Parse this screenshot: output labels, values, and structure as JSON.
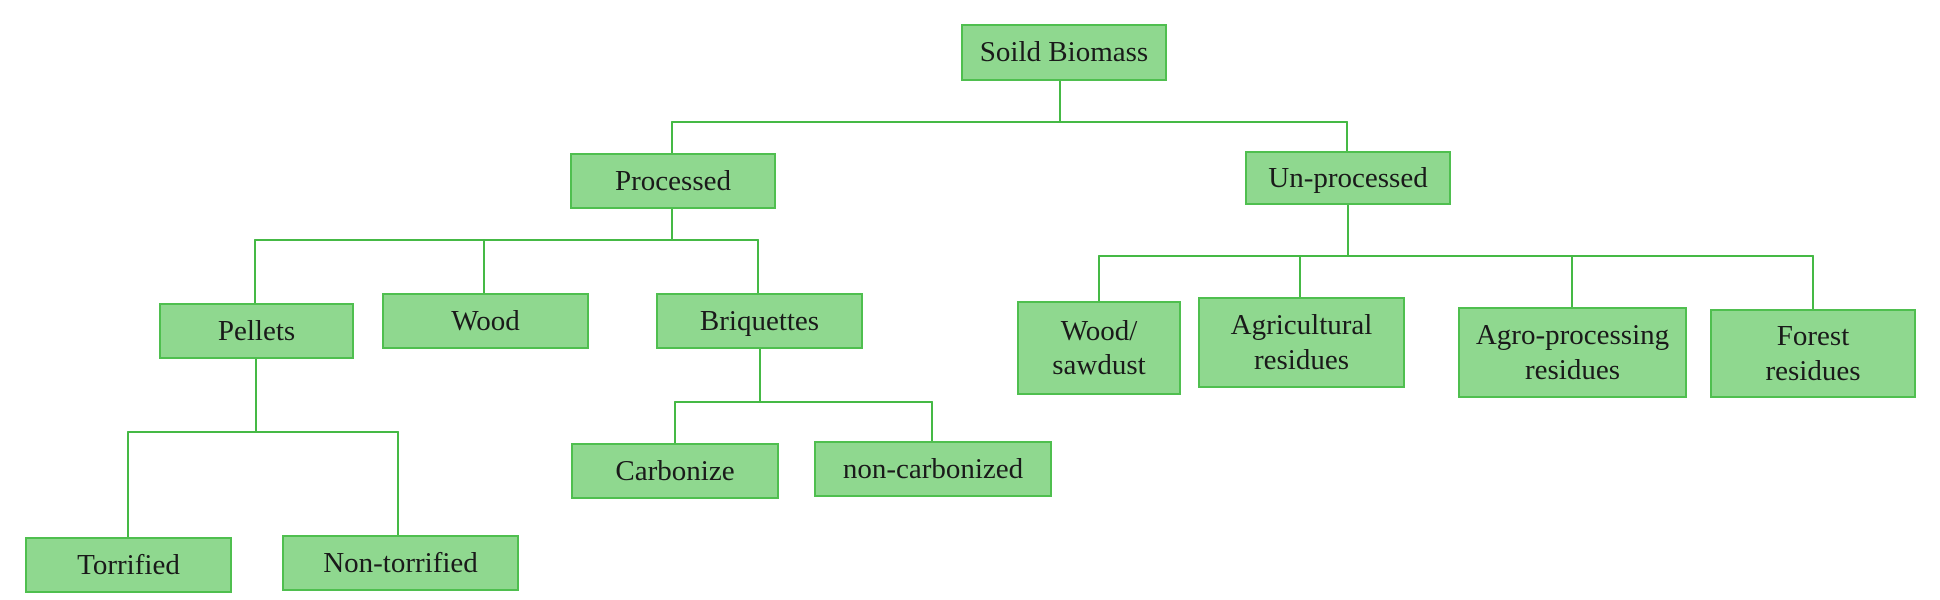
{
  "diagram": {
    "root": "Soild Biomass",
    "processed": {
      "label": "Processed",
      "pellets": "Pellets",
      "wood": "Wood",
      "briquettes": "Briquettes",
      "torrified": "Torrified",
      "non_torrified": "Non-torrified",
      "carbonize": "Carbonize",
      "non_carbonized": "non-carbonized"
    },
    "unprocessed": {
      "label": "Un-processed",
      "wood_sawdust": [
        "Wood/",
        "sawdust"
      ],
      "agricultural": [
        "Agricultural",
        "residues"
      ],
      "agro_processing": [
        "Agro-processing",
        "residues"
      ],
      "forest": [
        "Forest",
        "residues"
      ]
    }
  },
  "colors": {
    "box_fill": "#8fd88f",
    "box_border": "#4fbf4f",
    "connector": "#45b945"
  }
}
